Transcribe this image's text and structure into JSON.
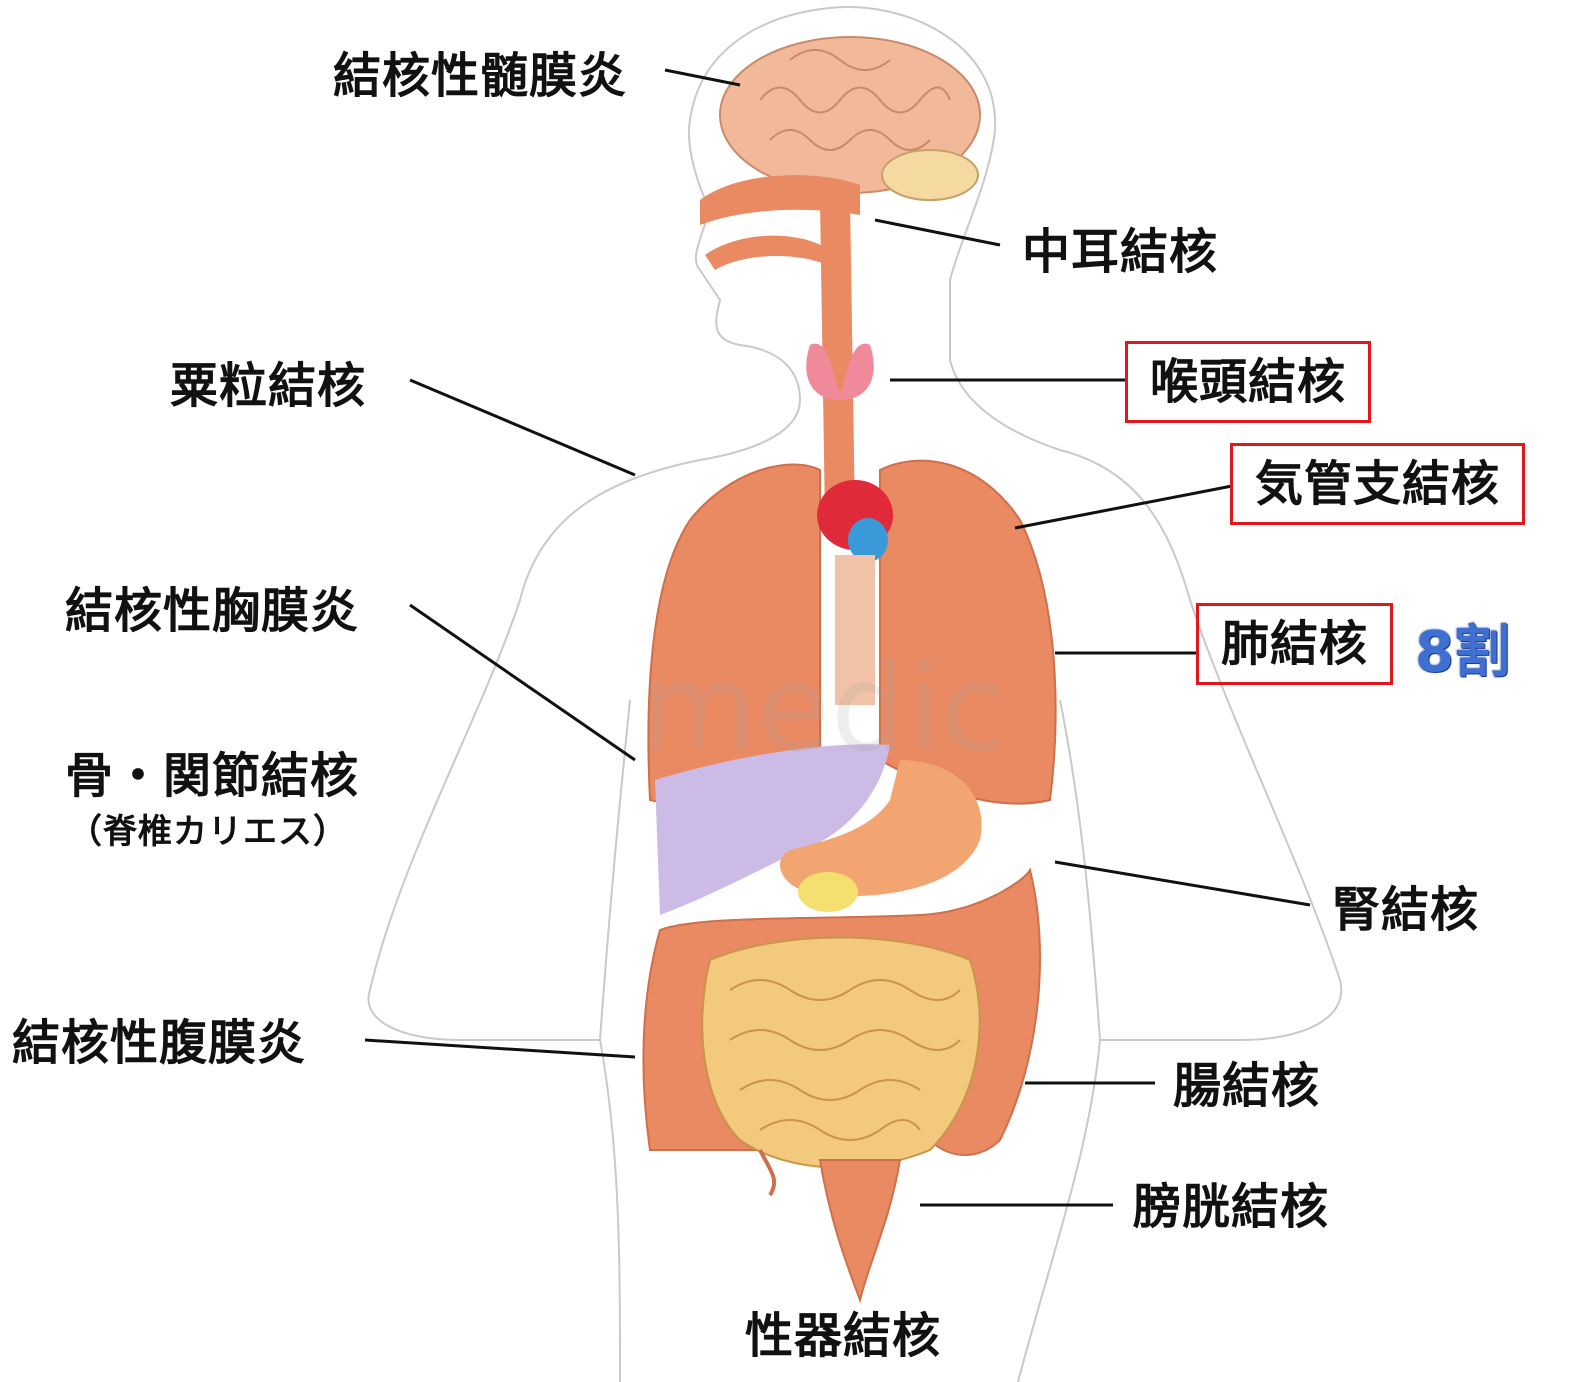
{
  "labels": {
    "meningitis": "結核性髄膜炎",
    "middle_ear": "中耳結核",
    "miliary": "粟粒結核",
    "larynx": "喉頭結核",
    "bronchus": "気管支結核",
    "pleurisy": "結核性胸膜炎",
    "lung": "肺結核",
    "lung_share": "8割",
    "bone_joint": "骨・関節結核",
    "bone_joint_sub": "（脊椎カリエス）",
    "kidney": "腎結核",
    "peritonitis": "結核性腹膜炎",
    "intestine": "腸結核",
    "bladder": "膀胱結核",
    "genital": "性器結核"
  },
  "watermark": "medic",
  "colors": {
    "highlight_box": "#e0171c",
    "share_text": "#3f6fd0",
    "organ": "#e98a63",
    "brain": "#f1b99a",
    "intestine": "#f3c97e",
    "liver": "#cbbbe6",
    "thyroid": "#f08a9a",
    "heart_red": "#e02a3a",
    "heart_blue": "#3a9ad8"
  }
}
